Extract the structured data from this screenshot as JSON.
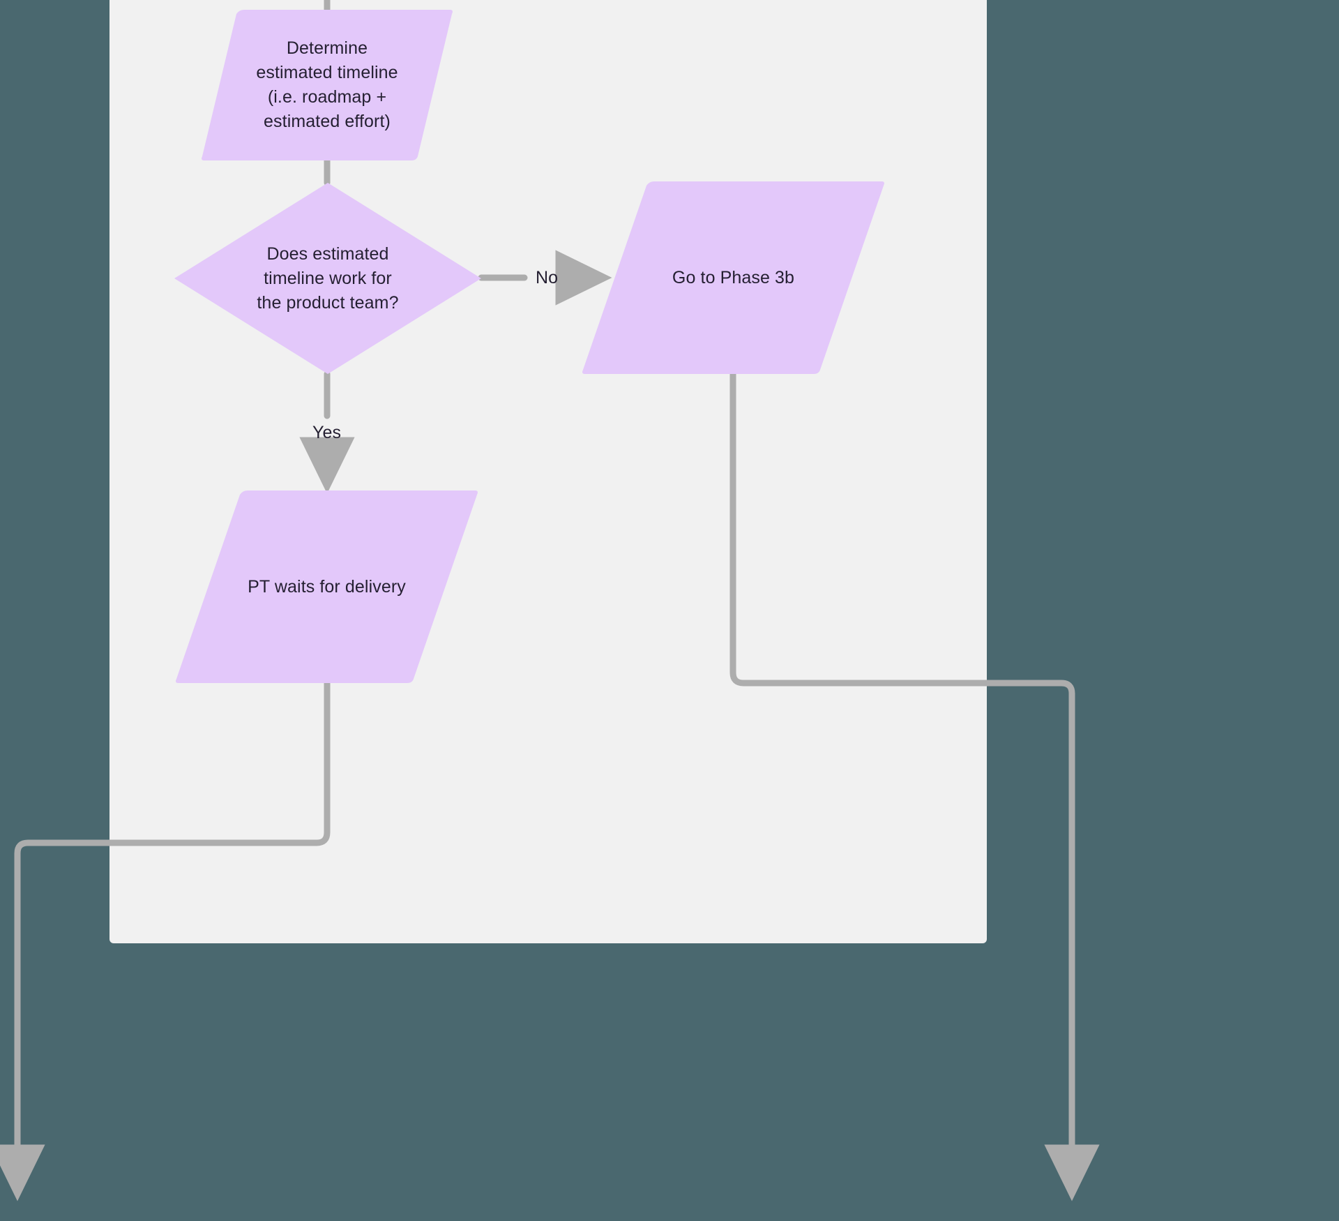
{
  "canvas": {
    "background_color": "#4a686f",
    "panel_color": "#f1f1f1",
    "node_fill": "#e3c8fa",
    "edge_color": "#adadad",
    "text_color": "#241f31"
  },
  "nodes": [
    {
      "id": "determine-timeline",
      "shape": "parallelogram",
      "label": "Determine\nestimated timeline\n(i.e. roadmap +\nestimated effort)"
    },
    {
      "id": "timeline-works-decision",
      "shape": "diamond",
      "label": "Does estimated\ntimeline work for\nthe product team?"
    },
    {
      "id": "go-to-phase-3b",
      "shape": "parallelogram",
      "label": "Go to Phase 3b"
    },
    {
      "id": "pt-waits-for-delivery",
      "shape": "parallelogram",
      "label": "PT waits for delivery"
    }
  ],
  "edges": [
    {
      "id": "into-determine",
      "label": ""
    },
    {
      "id": "determine-to-decision",
      "label": ""
    },
    {
      "id": "decision-to-phase3b",
      "label": "No"
    },
    {
      "id": "decision-to-pt-waits",
      "label": "Yes"
    },
    {
      "id": "pt-waits-out-left",
      "label": ""
    },
    {
      "id": "phase3b-out-right",
      "label": ""
    }
  ]
}
